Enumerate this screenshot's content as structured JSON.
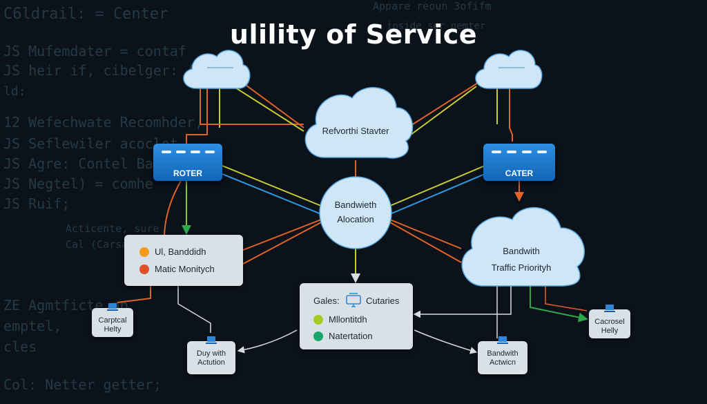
{
  "title": "ulility of Service",
  "background_code": [
    "C6ldrail: = Center",
    "JS Mufemdater = contaf",
    "JS heir if, cibelger: (e ga)",
    "ld:",
    "12 Wefechwate Recomhder,",
    "JS Seflewiler acoclet",
    "JS Agre: Contel Ba",
    "JS Negtel) = comhe",
    "JS Ruif;",
    "Acticente, sure",
    "Cal (Carsar",
    "ZE Agmtficte ap",
    "emptel,",
    "cles",
    "Col: Netter getter;",
    "Appare reoun 3ofifm",
    "inside ser nemter"
  ],
  "clouds": {
    "center": "Refvorthi Stavter",
    "bandwidth_traffic": [
      "Bandwith",
      "Traffic Priorityh"
    ]
  },
  "routers": {
    "left": "ROTER",
    "right": "CATER"
  },
  "allocation": [
    "Bandwieth",
    "Alocation"
  ],
  "left_panel": {
    "items": [
      {
        "text": "Ul, Banddidh",
        "color": "#f59a1b"
      },
      {
        "text": "Matic Monitych",
        "color": "#e0502b"
      }
    ]
  },
  "center_panel": {
    "header_left": "Gales:",
    "header_right": "Cutaries",
    "items": [
      {
        "text": "Mllontitdh",
        "color": "#a6cc22"
      },
      {
        "text": "Natertation",
        "color": "#1aa66b"
      }
    ]
  },
  "nodes": {
    "left_device": [
      "Carptcal",
      "Helty"
    ],
    "right_device": [
      "Cacrosel",
      "Helly"
    ],
    "duty_action": [
      "Duy with",
      "Actution"
    ],
    "bandwidth_action": [
      "Bandwith",
      "Actwicn"
    ]
  },
  "colors": {
    "orange": "#e0632a",
    "yellow": "#c8cc33",
    "blue": "#2e9be6",
    "green": "#2ea84a",
    "cloud": "#cfe6f7",
    "router": "#1c79d0"
  }
}
